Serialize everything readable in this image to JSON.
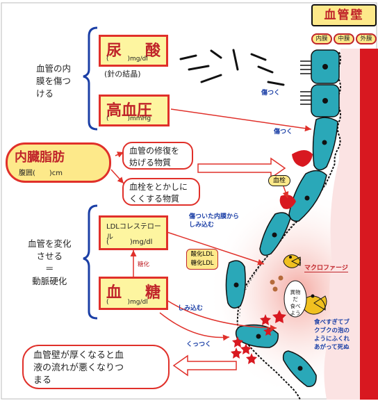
{
  "wall_title": "血管壁",
  "layers": [
    "内膜",
    "中膜",
    "外膜"
  ],
  "boxes": {
    "uric": {
      "title": "尿　酸",
      "unit": "(　　　)mg/dl"
    },
    "bp": {
      "title": "高血圧",
      "unit": "(　　　)mmHg"
    },
    "ldl": {
      "title": "LDLコレステロール",
      "unit": "(　　　)mg/dl"
    },
    "sugar": {
      "title": "血　糖",
      "unit": "(　　　)mg/dl"
    }
  },
  "uric_note": "(針の結晶)",
  "fat": {
    "title": "内臓脂肪",
    "sub": "腹囲(　　)cm"
  },
  "side_top": [
    "血管の内",
    "膜を傷つ",
    "ける"
  ],
  "side_mid": [
    "血管を変化",
    "させる",
    "＝",
    "動脈硬化"
  ],
  "bubbles": {
    "repair": [
      "血管の修復を",
      "妨げる物質"
    ],
    "clot": [
      "血栓をとかしに",
      "くくする物質"
    ],
    "bottom": [
      "血管壁が厚くなると血",
      "液の流れが悪くなりつ",
      "まる"
    ]
  },
  "labels": {
    "hurt1": "傷つく",
    "hurt2": "傷つく",
    "thrombus": "血栓",
    "seep1": [
      "傷ついた内膜から",
      "しみ込む"
    ],
    "oxidized": [
      "酸化LDL",
      "糖化LDL"
    ],
    "glycation": "糖化",
    "macrophage": "マクロファージ",
    "eat": [
      "異物だ",
      "食べよう"
    ],
    "eaten": [
      "食べすぎてブ",
      "クブクの泡の",
      "ようにふくれ",
      "あがって死ぬ"
    ],
    "seep2": "しみ込む",
    "stick": "くっつく"
  }
}
